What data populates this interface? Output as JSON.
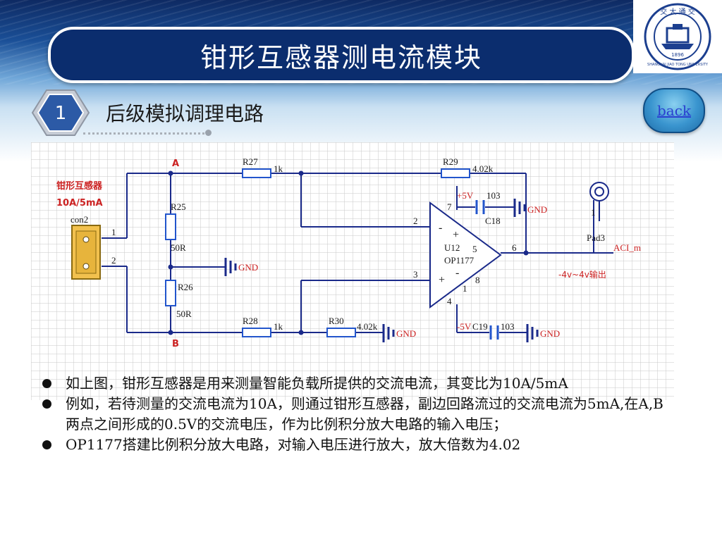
{
  "slide": {
    "title": "钳形互感器测电流模块",
    "section_number": "1",
    "section_title": "后级模拟调理电路",
    "back_label": "back"
  },
  "logo": {
    "text_top": "交 大 通 交",
    "text_ring": "SHANGHAI JIAO TONG UNIVERSITY",
    "year": "1896"
  },
  "circuit": {
    "sensor_name": "钳形互感器",
    "sensor_ratio": "10A/5mA",
    "connector": "con2",
    "pin1": "1",
    "pin2": "2",
    "node_a": "A",
    "node_b": "B",
    "r25_label": "R25",
    "r25_value": "50R",
    "r26_label": "R26",
    "r26_value": "50R",
    "r27_label": "R27",
    "r27_value": "1k",
    "r28_label": "R28",
    "r28_value": "1k",
    "r29_label": "R29",
    "r29_value": "4.02k",
    "r30_label": "R30",
    "r30_value": "4.02k",
    "gnd": "GND",
    "vplus": "+5V",
    "vminus": "-5V",
    "c18_label": "C18",
    "c18_value": "103",
    "c19_label": "C19",
    "c19_value": "103",
    "opamp_ref": "U12",
    "opamp_part": "OP1177",
    "op_pin2": "2",
    "op_pin3": "3",
    "op_pin6": "6",
    "op_pin7": "7",
    "op_pin4": "4",
    "op_pin5": "5",
    "op_pin1": "1",
    "op_pin8": "8",
    "minus_sign": "-",
    "plus_sign": "+",
    "pad_label": "Pad3",
    "pad_pin": "1",
    "output_net": "ACI_m",
    "output_range": "-4v~4v输出"
  },
  "bullets": [
    "如上图，钳形互感器是用来测量智能负载所提供的交流电流，其变比为10A/5mA",
    "例如，若待测量的交流电流为10A，则通过钳形互感器，副边回路流过的交流电流为5mA,在A,B两点之间形成的0.5V的交流电压，作为比例积分放大电路的输入电压；",
    "OP1177搭建比例积分放大电路，对输入电压进行放大，放大倍数为4.02"
  ],
  "colors": {
    "title_bar": "#0b2d6e",
    "wire": "#1a2a8a",
    "red_label": "#cc2222",
    "resistor": "#2255cc",
    "connector_fill": "#f2c14e"
  }
}
